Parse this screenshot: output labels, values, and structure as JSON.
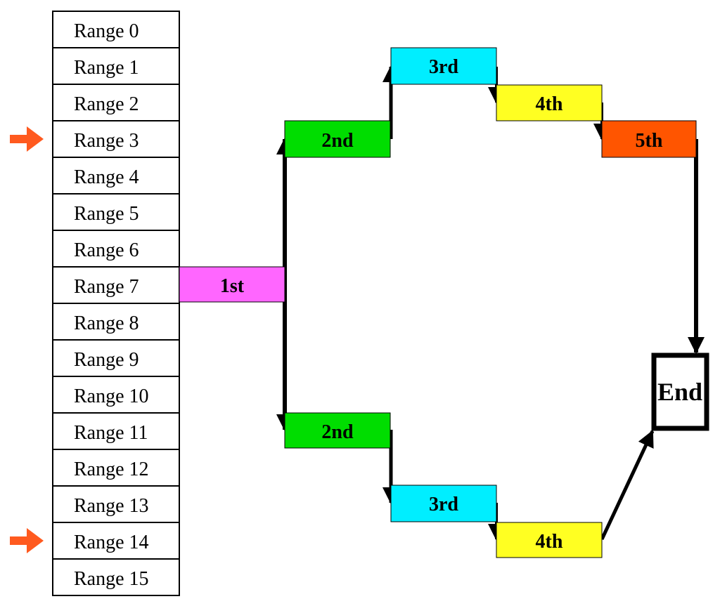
{
  "ranges": [
    "Range 0",
    "Range 1",
    "Range 2",
    "Range 3",
    "Range 4",
    "Range 5",
    "Range 6",
    "Range 7",
    "Range 8",
    "Range 9",
    "Range 10",
    "Range 11",
    "Range 12",
    "Range 13",
    "Range 14",
    "Range 15"
  ],
  "highlighted_ranges": [
    3,
    14
  ],
  "steps": {
    "first": {
      "label": "1st",
      "color": "#ff66ff"
    },
    "upper": [
      {
        "label": "2nd",
        "color": "#00dd00"
      },
      {
        "label": "3rd",
        "color": "#00eeff"
      },
      {
        "label": "4th",
        "color": "#ffff22"
      },
      {
        "label": "5th",
        "color": "#ff5500"
      }
    ],
    "lower": [
      {
        "label": "2nd",
        "color": "#00dd00"
      },
      {
        "label": "3rd",
        "color": "#00eeff"
      },
      {
        "label": "4th",
        "color": "#ffff22"
      }
    ]
  },
  "end_label": "End",
  "pointer_arrow_color": "#ff5a1f"
}
